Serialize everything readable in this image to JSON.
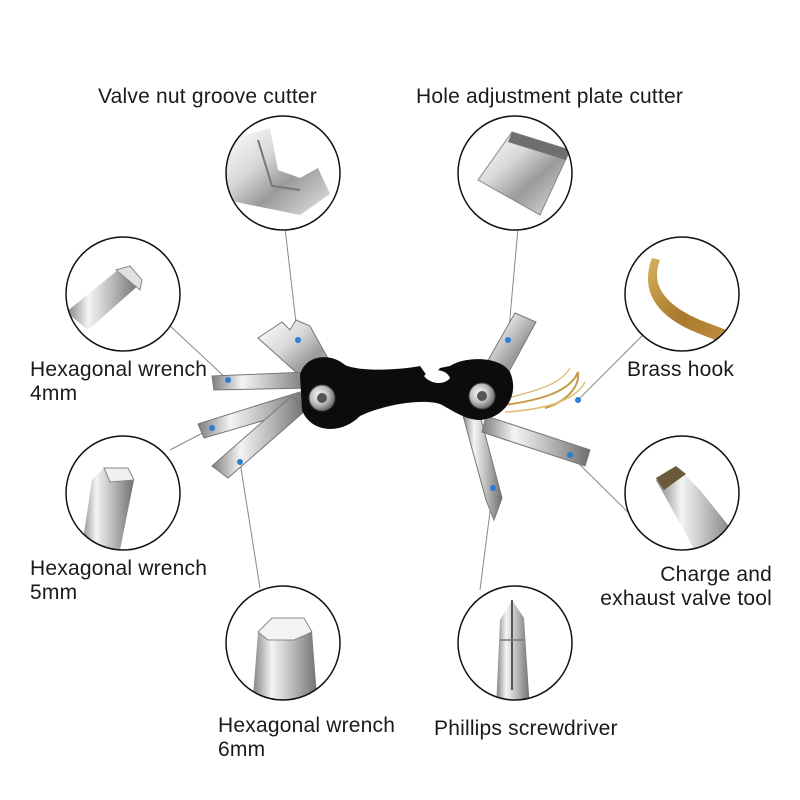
{
  "labels": {
    "valve_nut": "Valve nut groove cutter",
    "hole_plate": "Hole adjustment plate cutter",
    "hex4_line1": "Hexagonal wrench",
    "hex4_line2": "4mm",
    "brass_hook": "Brass hook",
    "hex5_line1": "Hexagonal wrench",
    "hex5_line2": "5mm",
    "charge_line1": "Charge and",
    "charge_line2": "exhaust valve tool",
    "hex6_line1": "Hexagonal wrench",
    "hex6_line2": "6mm",
    "phillips": "Phillips screwdriver"
  },
  "colors": {
    "leader": "#8a8a8a",
    "dot": "#2a7fd0",
    "circle": "#111111",
    "body": "#0c0c0c",
    "steel_light": "#f2f2f2",
    "steel_dark": "#8d8d8d",
    "brass": "#b98a3a"
  }
}
